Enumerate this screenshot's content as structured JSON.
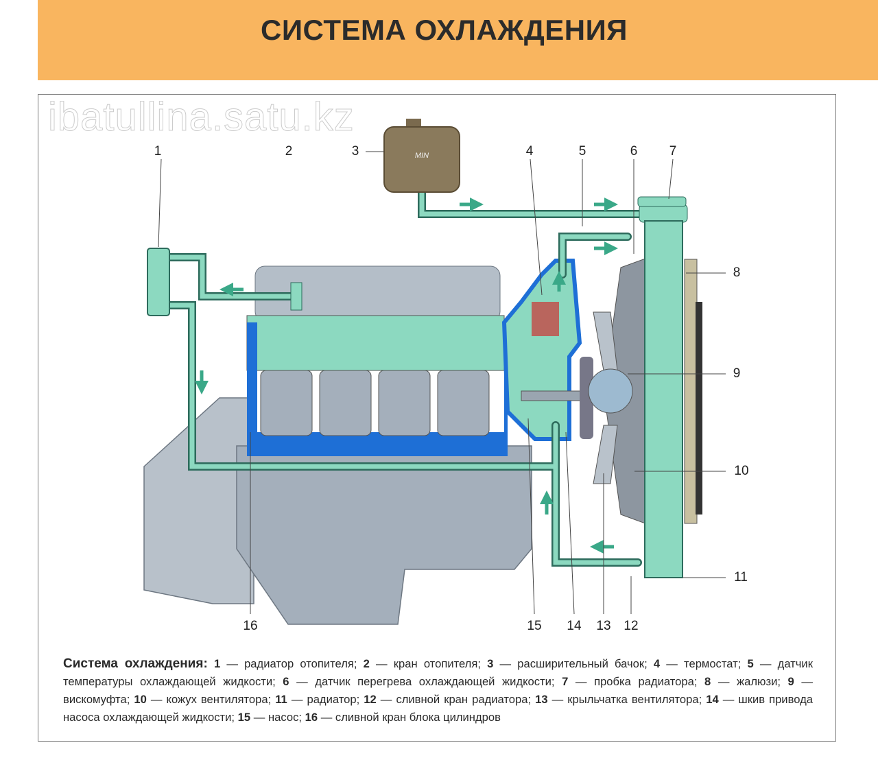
{
  "header": {
    "title": "СИСТЕМА ОХЛАЖДЕНИЯ"
  },
  "colors": {
    "header_bg": "#F9B55F",
    "coolant": "#8CD9C0",
    "coolant_blue": "#1E6FD6",
    "engine": "#A7B2BE",
    "tank": "#8A7A5C"
  },
  "diagram": {
    "labels": [
      "1",
      "2",
      "3",
      "4",
      "5",
      "6",
      "7",
      "8",
      "9",
      "10",
      "11",
      "12",
      "13",
      "14",
      "15",
      "16"
    ],
    "tank_marking": "MIN"
  },
  "caption": {
    "title": "Система охлаждения:",
    "items": [
      {
        "num": "1",
        "text": "радиатор отопителя;"
      },
      {
        "num": "2",
        "text": "кран отопителя;"
      },
      {
        "num": "3",
        "text": "расширительный бачок;"
      },
      {
        "num": "4",
        "text": "термостат;"
      },
      {
        "num": "5",
        "text": "датчик температуры охлаждающей жидкости;"
      },
      {
        "num": "6",
        "text": "датчик перегрева охлаждающей жидкости;"
      },
      {
        "num": "7",
        "text": "пробка радиатора;"
      },
      {
        "num": "8",
        "text": "жалюзи;"
      },
      {
        "num": "9",
        "text": "вискомуфта;"
      },
      {
        "num": "10",
        "text": "кожух вентилятора;"
      },
      {
        "num": "11",
        "text": "радиатор;"
      },
      {
        "num": "12",
        "text": "сливной кран радиатора;"
      },
      {
        "num": "13",
        "text": "крыльчатка вентилятора;"
      },
      {
        "num": "14",
        "text": "шкив привода насоса охлаждающей жидкости;"
      },
      {
        "num": "15",
        "text": "насос;"
      },
      {
        "num": "16",
        "text": "сливной кран блока цилиндров"
      }
    ],
    "dash": "—",
    "watermark": "ibatullina.satu.kz"
  }
}
